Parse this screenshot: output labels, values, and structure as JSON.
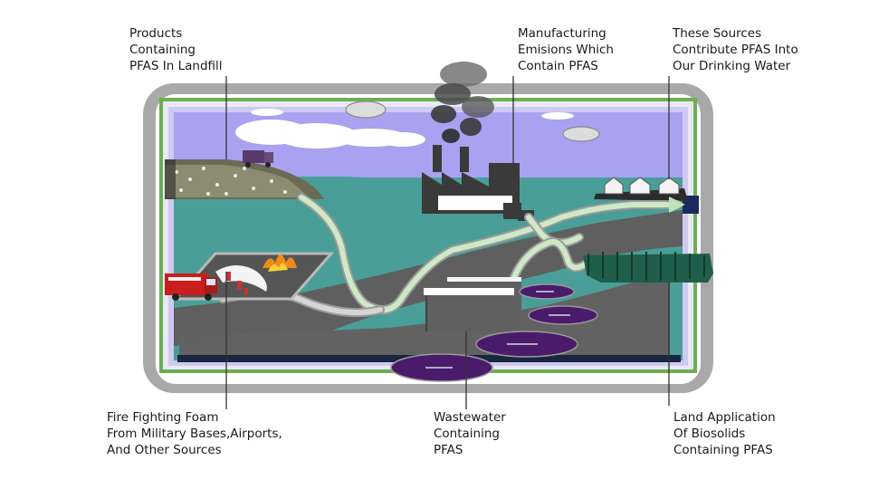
{
  "callouts": {
    "landfill": [
      "Products",
      "Containing",
      "PFAS In Landfill"
    ],
    "manufacturing": [
      "Manufacturing",
      "Emisions Which",
      "Contain PFAS"
    ],
    "sources": [
      "These Sources",
      "Contribute PFAS Into",
      "Our Drinking Water"
    ],
    "foam": [
      "Fire Fighting Foam",
      "From Military Bases,Airports,",
      "And Other Sources"
    ],
    "wastewater": [
      "Wastewater",
      "Containing",
      "PFAS"
    ],
    "land_application": [
      "Land Application",
      "Of Biosolids",
      "Containing PFAS"
    ]
  },
  "colors": {
    "frame": "#a9a9a9",
    "sky": "#a8a2f0",
    "water": "#4a9e98",
    "ground": "#5f5f5f",
    "flow_arrow": "#c9e8c0",
    "lagoon": "#4a1a6b",
    "trees": "#1f5e4a",
    "fire_truck": "#c81e1e"
  }
}
